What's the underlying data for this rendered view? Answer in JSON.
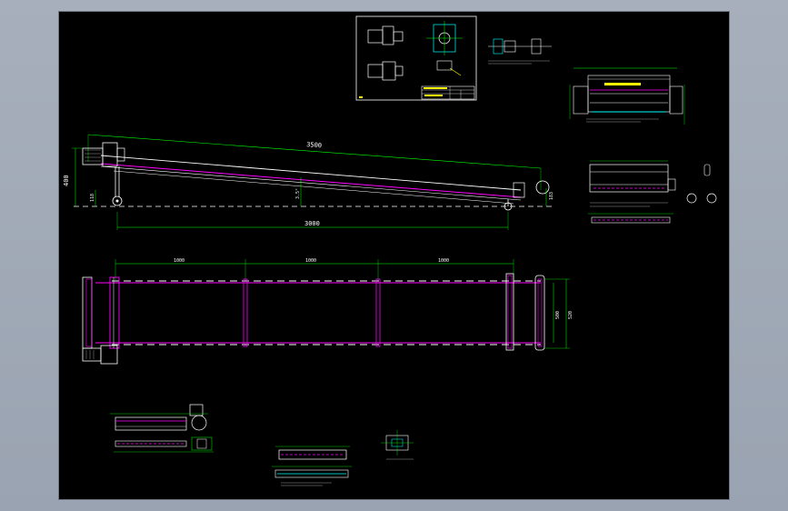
{
  "viewer": {
    "background_color": "#a3abb8",
    "canvas_color": "#000000"
  },
  "colors": {
    "belt": "#ff00ff",
    "dimension": "#00ff00",
    "outline": "#ffffff",
    "detail": "#00ffff",
    "accent": "#ffff00"
  },
  "side_view": {
    "length_dim": "3500",
    "height_dim": "400",
    "leg_dim": "118",
    "end_dim": "183",
    "angle_dim": "3.5°",
    "base_dim": "3000"
  },
  "top_view": {
    "span_1": "1000",
    "span_2": "1000",
    "span_3": "1000",
    "width_inner": "500",
    "width_outer": "520"
  }
}
